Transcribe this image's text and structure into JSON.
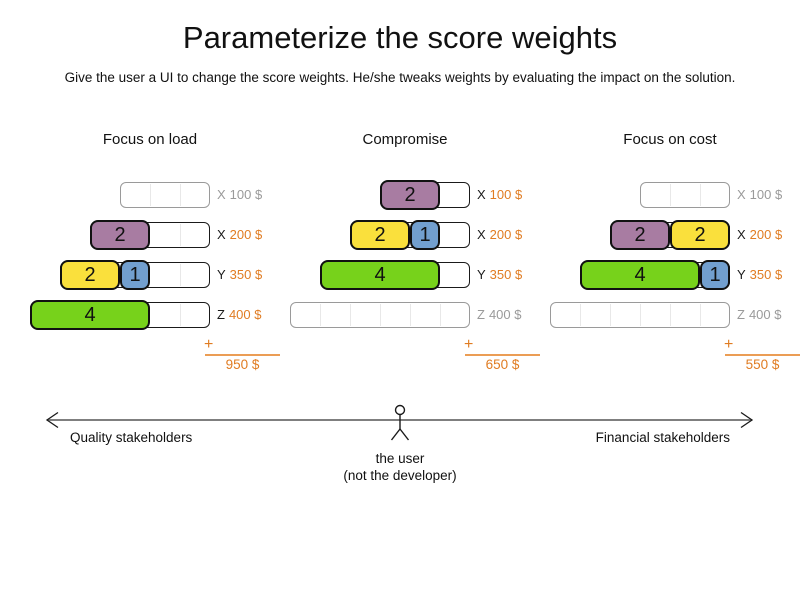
{
  "slide": {
    "title": "Parameterize the score weights",
    "subtitle": "Give the user a UI to change the score weights. He/she tweaks weights by evaluating the impact on the solution."
  },
  "colors": {
    "purple": "#a87ca2",
    "yellow": "#fae03c",
    "blue": "#729fcf",
    "green": "#77d21b",
    "orange_text": "#e07c22",
    "orange_line": "#eb9d55",
    "inactive_gray": "#9a9a9a",
    "active_dark": "#1a1a1a"
  },
  "scenarios": [
    {
      "name": "Focus on load",
      "plus": "+",
      "total": "950 $",
      "rows": [
        {
          "letter": "X",
          "cost": "100 $",
          "cells": 3,
          "active": false,
          "blocks": []
        },
        {
          "letter": "X",
          "cost": "200 $",
          "cells": 4,
          "active": true,
          "blocks": [
            {
              "value": "2",
              "color": "purple",
              "span": 2
            }
          ]
        },
        {
          "letter": "Y",
          "cost": "350 $",
          "cells": 5,
          "active": true,
          "blocks": [
            {
              "value": "2",
              "color": "yellow",
              "span": 2
            },
            {
              "value": "1",
              "color": "blue",
              "span": 1
            }
          ]
        },
        {
          "letter": "Z",
          "cost": "400 $",
          "cells": 6,
          "active": true,
          "blocks": [
            {
              "value": "4",
              "color": "green",
              "span": 4
            }
          ]
        }
      ]
    },
    {
      "name": "Compromise",
      "plus": "+",
      "total": "650 $",
      "rows": [
        {
          "letter": "X",
          "cost": "100 $",
          "cells": 3,
          "active": true,
          "blocks": [
            {
              "value": "2",
              "color": "purple",
              "span": 2
            }
          ]
        },
        {
          "letter": "X",
          "cost": "200 $",
          "cells": 4,
          "active": true,
          "blocks": [
            {
              "value": "2",
              "color": "yellow",
              "span": 2
            },
            {
              "value": "1",
              "color": "blue",
              "span": 1
            }
          ]
        },
        {
          "letter": "Y",
          "cost": "350 $",
          "cells": 5,
          "active": true,
          "blocks": [
            {
              "value": "4",
              "color": "green",
              "span": 4
            }
          ]
        },
        {
          "letter": "Z",
          "cost": "400 $",
          "cells": 6,
          "active": false,
          "blocks": []
        }
      ]
    },
    {
      "name": "Focus on cost",
      "plus": "+",
      "total": "550 $",
      "rows": [
        {
          "letter": "X",
          "cost": "100 $",
          "cells": 3,
          "active": false,
          "blocks": []
        },
        {
          "letter": "X",
          "cost": "200 $",
          "cells": 4,
          "active": true,
          "blocks": [
            {
              "value": "2",
              "color": "purple",
              "span": 2
            },
            {
              "value": "2",
              "color": "yellow",
              "span": 2
            }
          ]
        },
        {
          "letter": "Y",
          "cost": "350 $",
          "cells": 5,
          "active": true,
          "blocks": [
            {
              "value": "4",
              "color": "green",
              "span": 4
            },
            {
              "value": "1",
              "color": "blue",
              "span": 1
            }
          ]
        },
        {
          "letter": "Z",
          "cost": "400 $",
          "cells": 6,
          "active": false,
          "blocks": []
        }
      ]
    }
  ],
  "axis": {
    "left_label": "Quality stakeholders",
    "right_label": "Financial stakeholders",
    "figure_caption_line1": "the user",
    "figure_caption_line2": "(not the developer)"
  }
}
